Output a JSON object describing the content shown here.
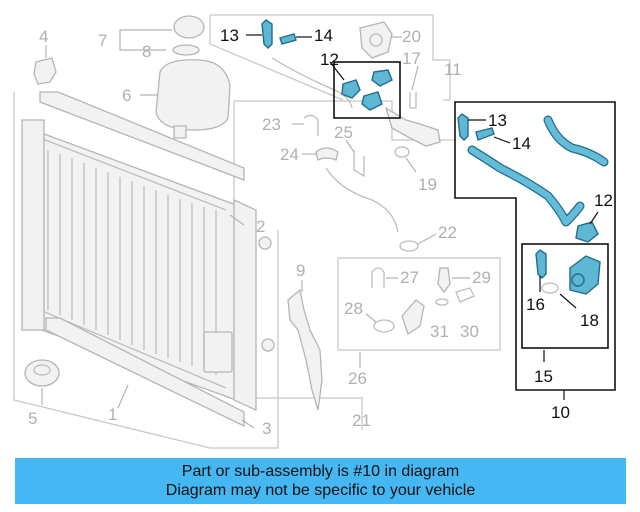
{
  "callouts": {
    "c1": "1",
    "c2": "2",
    "c3": "3",
    "c4": "4",
    "c5": "5",
    "c6": "6",
    "c7": "7",
    "c8": "8",
    "c9": "9",
    "c10": "10",
    "c11": "11",
    "c12a": "12",
    "c12b": "12",
    "c13a": "13",
    "c13b": "13",
    "c14a": "14",
    "c14b": "14",
    "c15": "15",
    "c16": "16",
    "c17": "17",
    "c18": "18",
    "c19": "19",
    "c20": "20",
    "c21": "21",
    "c22": "22",
    "c23": "23",
    "c24": "24",
    "c25": "25",
    "c26": "26",
    "c27": "27",
    "c28": "28",
    "c29": "29",
    "c30": "30",
    "c31": "31"
  },
  "colors": {
    "highlight": "#5fb7d4",
    "banner": "#45b7f2"
  },
  "footer": {
    "line1": "Part or sub-assembly is #10 in diagram",
    "line2": "Diagram may not be specific to your vehicle"
  }
}
